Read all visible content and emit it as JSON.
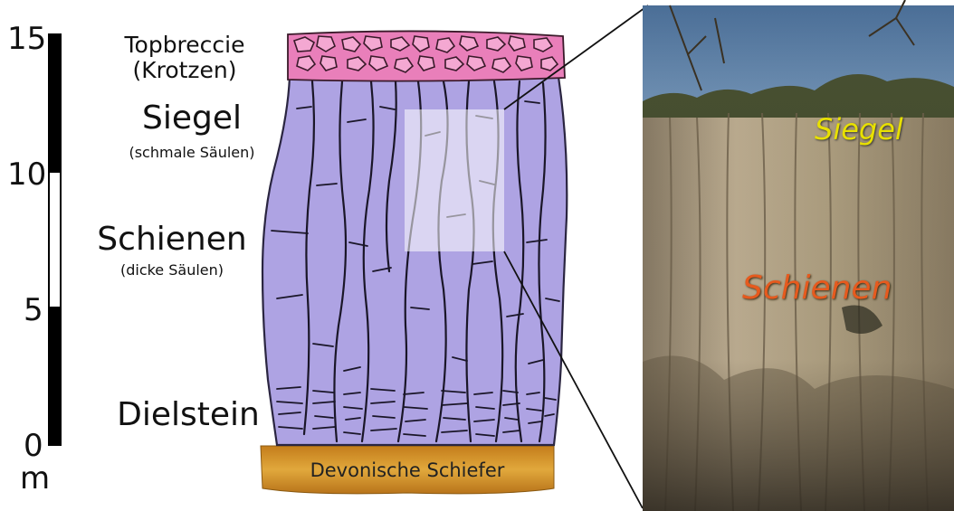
{
  "scale": {
    "ticks": [
      "15",
      "10",
      "5",
      "0"
    ],
    "unit": "m"
  },
  "labels": {
    "topbreccie": "Topbreccie",
    "topbreccie_sub": "(Krotzen)",
    "siegel": "Siegel",
    "siegel_sub": "(schmale Säulen)",
    "schienen": "Schienen",
    "schienen_sub": "(dicke Säulen)",
    "dielstein": "Dielstein",
    "base": "Devonische Schiefer"
  },
  "photo": {
    "siegel_label": "Siegel",
    "schienen_label": "Schienen"
  },
  "colors": {
    "basalt": "#aea3e3",
    "breccia": "#e97fba",
    "base": "#d6962a",
    "siegel_photo_label": "#e8e000",
    "schienen_photo_label": "#e65a1e"
  }
}
